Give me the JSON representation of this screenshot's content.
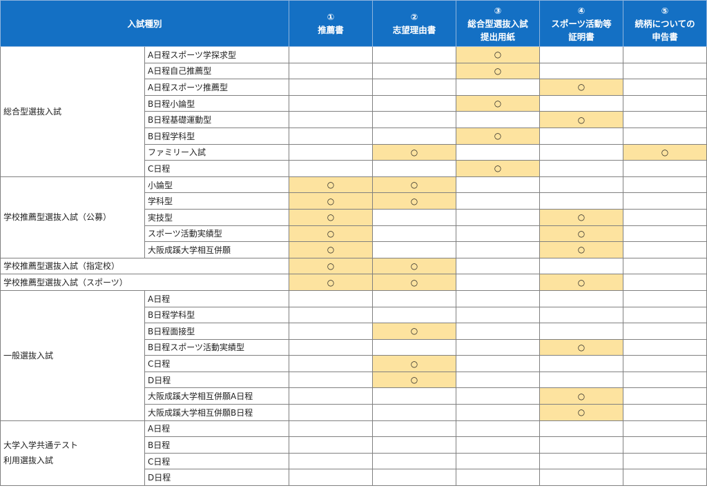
{
  "header": {
    "category": "入試種別",
    "columns": [
      {
        "num": "①",
        "lines": [
          "推薦書"
        ]
      },
      {
        "num": "②",
        "lines": [
          "志望理由書"
        ]
      },
      {
        "num": "③",
        "lines": [
          "総合型選抜入試",
          "提出用紙"
        ]
      },
      {
        "num": "④",
        "lines": [
          "スポーツ活動等",
          "証明書"
        ]
      },
      {
        "num": "⑤",
        "lines": [
          "続柄についての",
          "申告書"
        ]
      }
    ]
  },
  "mark_symbol": "○",
  "colors": {
    "header_bg": "#1470c4",
    "header_text": "#ffffff",
    "highlight": "#fde39f",
    "border": "#7f7f7f"
  },
  "groups": [
    {
      "category": [
        "総合型選抜入試"
      ],
      "rows": [
        {
          "name": "A日程スポーツ学探求型",
          "marks": [
            0,
            0,
            1,
            0,
            0
          ]
        },
        {
          "name": "A日程自己推薦型",
          "marks": [
            0,
            0,
            1,
            0,
            0
          ]
        },
        {
          "name": "A日程スポーツ推薦型",
          "marks": [
            0,
            0,
            0,
            1,
            0
          ]
        },
        {
          "name": "B日程小論型",
          "marks": [
            0,
            0,
            1,
            0,
            0
          ]
        },
        {
          "name": "B日程基礎運動型",
          "marks": [
            0,
            0,
            0,
            1,
            0
          ]
        },
        {
          "name": "B日程学科型",
          "marks": [
            0,
            0,
            1,
            0,
            0
          ]
        },
        {
          "name": "ファミリー入試",
          "marks": [
            0,
            1,
            0,
            0,
            1
          ]
        },
        {
          "name": "C日程",
          "marks": [
            0,
            0,
            1,
            0,
            0
          ]
        }
      ]
    },
    {
      "category": [
        "学校推薦型選抜入試（公募）"
      ],
      "rows": [
        {
          "name": "小論型",
          "marks": [
            1,
            1,
            0,
            0,
            0
          ]
        },
        {
          "name": "学科型",
          "marks": [
            1,
            1,
            0,
            0,
            0
          ]
        },
        {
          "name": "実技型",
          "marks": [
            1,
            0,
            0,
            1,
            0
          ]
        },
        {
          "name": "スポーツ活動実績型",
          "marks": [
            1,
            0,
            0,
            1,
            0
          ]
        },
        {
          "name": "大阪成蹊大学相互併願",
          "marks": [
            1,
            0,
            0,
            1,
            0
          ]
        }
      ]
    },
    {
      "category": [
        "学校推薦型選抜入試（指定校）"
      ],
      "single": true,
      "rows": [
        {
          "name": "",
          "marks": [
            1,
            1,
            0,
            0,
            0
          ]
        }
      ]
    },
    {
      "category": [
        "学校推薦型選抜入試（スポーツ）"
      ],
      "single": true,
      "rows": [
        {
          "name": "",
          "marks": [
            1,
            1,
            0,
            1,
            0
          ]
        }
      ]
    },
    {
      "category": [
        "一般選抜入試"
      ],
      "rows": [
        {
          "name": "A日程",
          "marks": [
            0,
            0,
            0,
            0,
            0
          ]
        },
        {
          "name": "B日程学科型",
          "marks": [
            0,
            0,
            0,
            0,
            0
          ]
        },
        {
          "name": "B日程面接型",
          "marks": [
            0,
            1,
            0,
            0,
            0
          ]
        },
        {
          "name": "B日程スポーツ活動実績型",
          "marks": [
            0,
            0,
            0,
            1,
            0
          ]
        },
        {
          "name": "C日程",
          "marks": [
            0,
            1,
            0,
            0,
            0
          ]
        },
        {
          "name": "D日程",
          "marks": [
            0,
            1,
            0,
            0,
            0
          ]
        },
        {
          "name": "大阪成蹊大学相互併願A日程",
          "marks": [
            0,
            0,
            0,
            1,
            0
          ]
        },
        {
          "name": "大阪成蹊大学相互併願B日程",
          "marks": [
            0,
            0,
            0,
            1,
            0
          ]
        }
      ]
    },
    {
      "category": [
        "大学入学共通テスト",
        "利用選抜入試"
      ],
      "rows": [
        {
          "name": "A日程",
          "marks": [
            0,
            0,
            0,
            0,
            0
          ]
        },
        {
          "name": "B日程",
          "marks": [
            0,
            0,
            0,
            0,
            0
          ]
        },
        {
          "name": "C日程",
          "marks": [
            0,
            0,
            0,
            0,
            0
          ]
        },
        {
          "name": "D日程",
          "marks": [
            0,
            0,
            0,
            0,
            0
          ]
        }
      ]
    }
  ]
}
